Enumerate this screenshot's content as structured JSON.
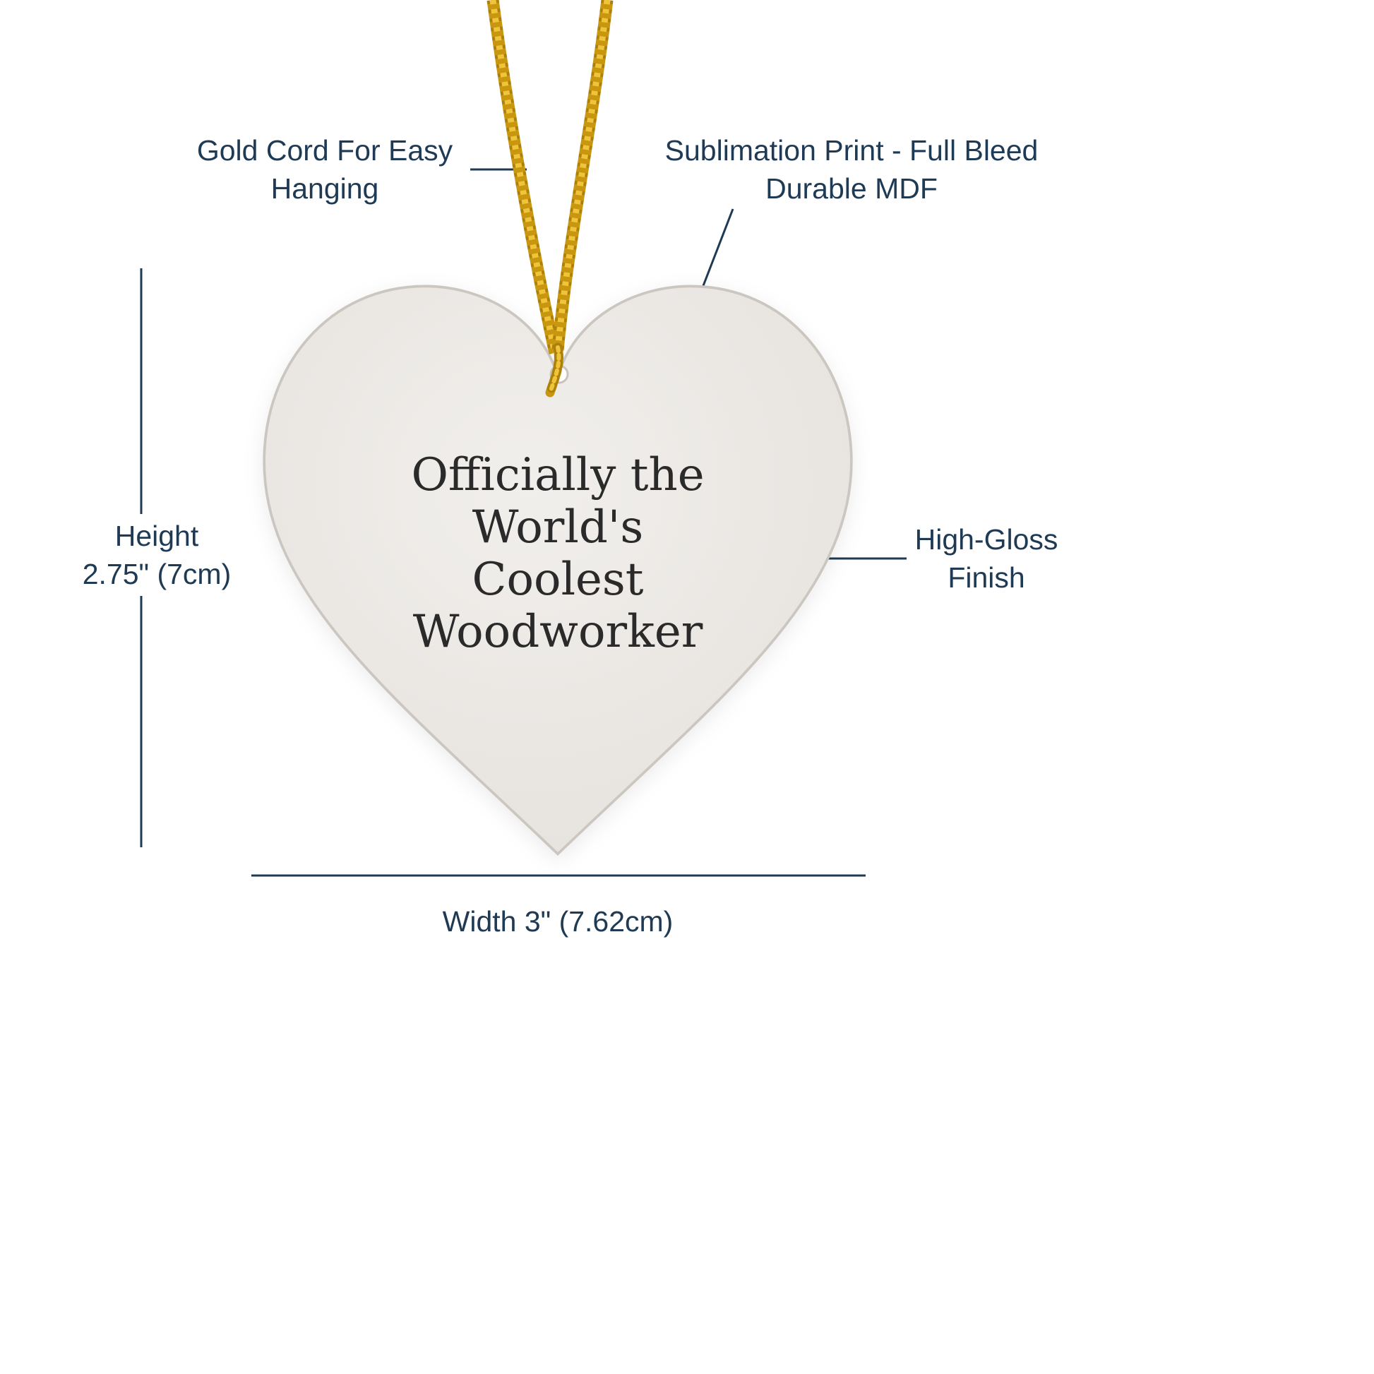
{
  "canvas": {
    "background": "#ffffff"
  },
  "ornament": {
    "line1": "Officially the",
    "line2": "World's",
    "line3": "Coolest",
    "line4": "Woodworker",
    "body_inner_color": "#f1efec",
    "body_outer_color": "#ddd8d2",
    "edge_color": "#ccc6c0",
    "text_color": "#2a2a2a",
    "hole_color": "#ffffff",
    "hole_rim_color": "#c9c3bd"
  },
  "cord": {
    "base_color": "#c9960f",
    "dark_color": "#8a6508",
    "highlight_color": "#f3c73c"
  },
  "annotations": {
    "text_color": "#1e3a54",
    "line_color": "#1e3a54",
    "gold_cord": {
      "line1": "Gold Cord For Easy",
      "line2": "Hanging"
    },
    "sublimation": {
      "line1": "Sublimation Print - Full Bleed",
      "line2": "Durable MDF"
    },
    "height": {
      "line1": "Height",
      "line2": "2.75\" (7cm)"
    },
    "high_gloss": {
      "line1": "High-Gloss",
      "line2": "Finish"
    },
    "width": {
      "label": "Width 3\" (7.62cm)"
    }
  }
}
